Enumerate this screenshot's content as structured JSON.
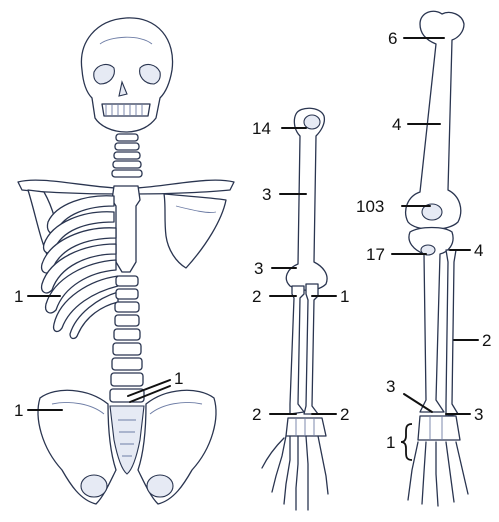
{
  "labels": {
    "torso_ribs": "1",
    "torso_spine": "1",
    "torso_pelvis": "1",
    "arm_top": "14",
    "arm_humerus": "3",
    "arm_elbow": "3",
    "arm_radius_left": "2",
    "arm_ulna_right": "1",
    "arm_wrist_left": "2",
    "arm_wrist_right": "2",
    "leg_head": "6",
    "leg_femur": "4",
    "leg_knee": "103",
    "leg_tibia_top": "17",
    "leg_fibula_top": "4",
    "leg_fibula_mid": "2",
    "leg_ankle_left": "3",
    "leg_ankle_right": "3",
    "leg_tarsal_brace": "1"
  },
  "colors": {
    "outline": "#2a3550",
    "bone_fill": "#ffffff",
    "shade": "#6f7ea6",
    "label": "#111111"
  }
}
